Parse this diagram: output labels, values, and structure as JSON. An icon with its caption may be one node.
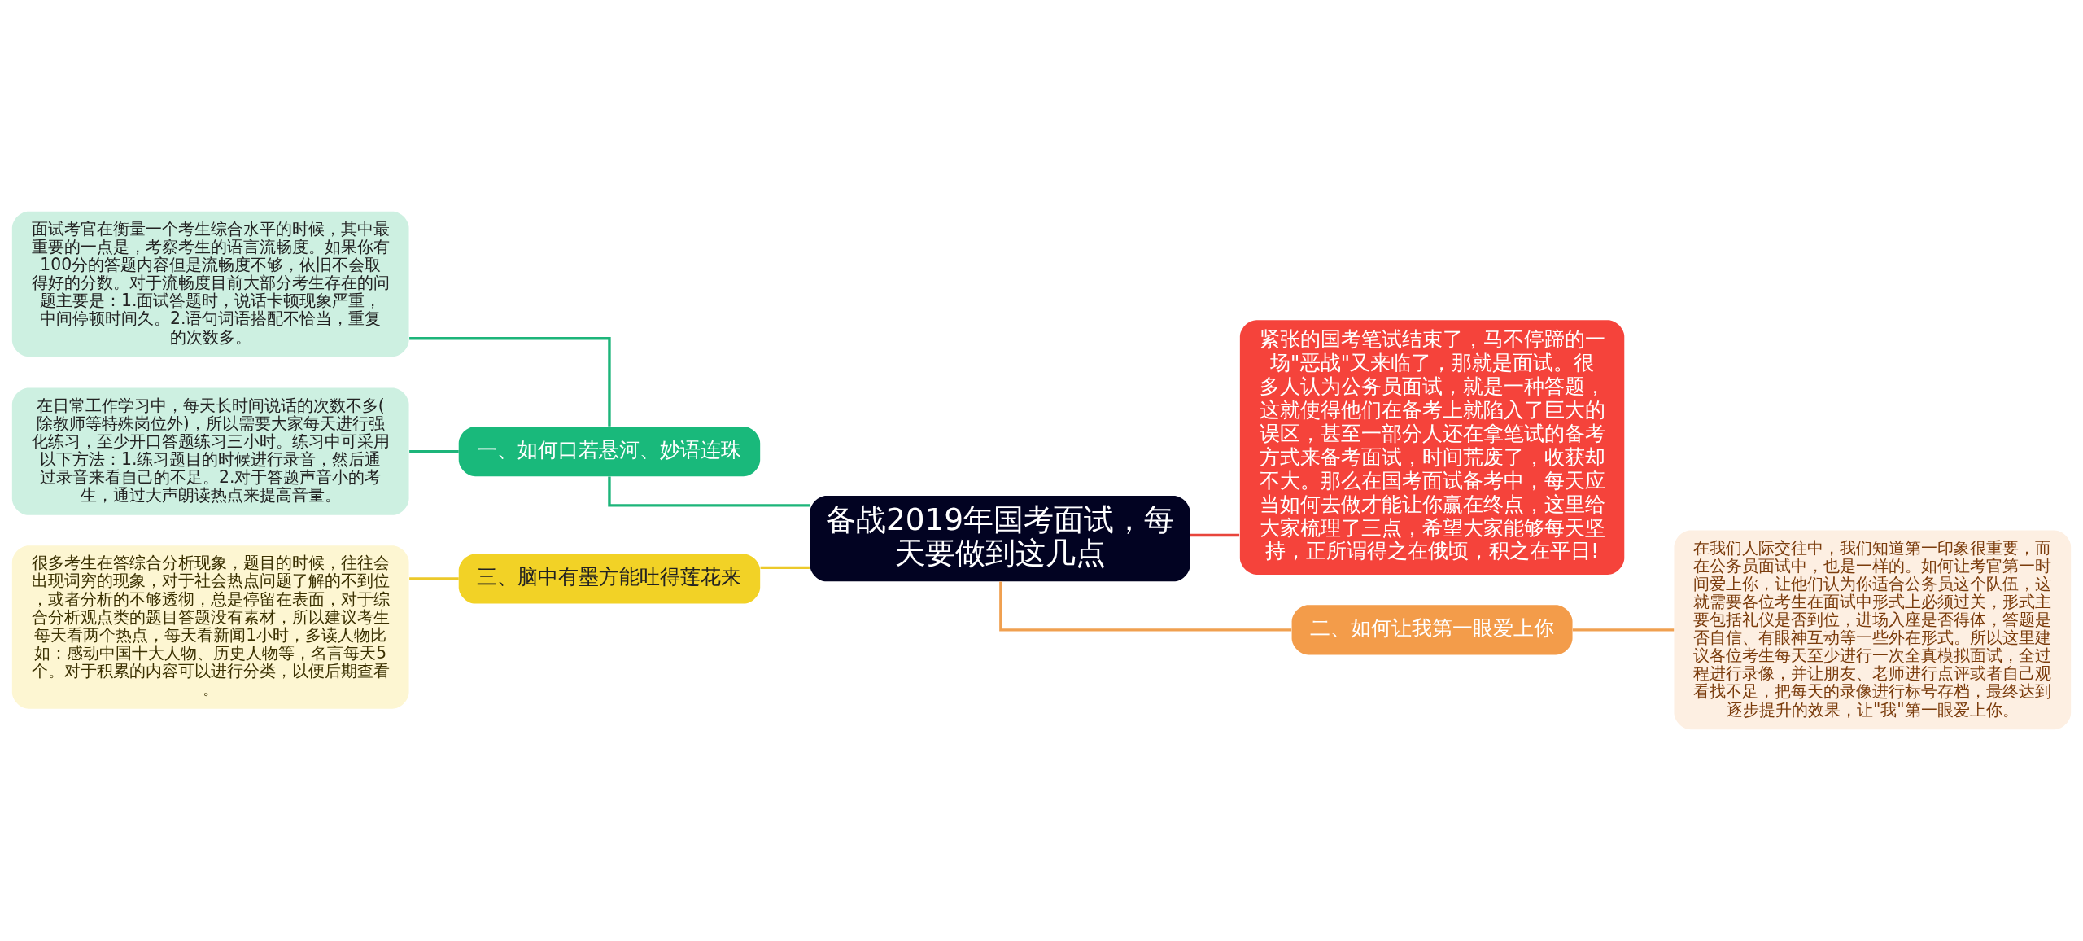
{
  "diagram": {
    "nodes": [
      {
        "text": [
          "备战2019年国考面试，每天要做到这几点"
        ]
      },
      {
        "text": [
          "紧张的国考笔试结束了，马不停蹄的一场\"恶战\"又来临了，那就是面试。很多人认为公务员面试，就是一种答题，这就使得他们在备考上就陷入了巨大的误区，甚至一部分人还在拿笔试的备考方式来备考面试，时间荒废了，收获却不大。那么在国考面试备考中，每天应当如何去做才能让你赢在终点，这里给大家梳理了三点，希望大家能够每天坚持，正所谓得之在俄顷，积之在平日!"
        ]
      },
      {
        "text": [
          "二、如何让我第一眼爱上你"
        ]
      },
      {
        "text": [
          "在我们人际交往中，我们知道第一印象很重要，而在公务员面试中，也是一样的。如何让考官第一时间爱上你，让他们认为你适合公务员这个队伍，这就需要各位考生在面试中形式上必须过关，形式主要包括礼仪是否到位，进场入座是否得体，答题是否自信、有眼神互动等一些外在形式。所以这里建议各位考生每天至少进行一次全真模拟面试，全过程进行录像，并让朋友、老师进行点评或者自己观看找不足，把每天的录像进行标号存档，最终达到逐步提升的效果，让\"我\"第一眼爱上你。"
        ]
      },
      {
        "text": [
          "一、如何口若悬河、妙语连珠"
        ]
      },
      {
        "text": [
          "面试考官在衡量一个考生综合水平的时候，其中最重要的一点是，考察考生的语言流畅度。如果你有100分的答题内容但是流畅度不够，依旧不会取得好的分数。对于流畅度目前大部分考生存在的问题主要是：1.面试答题时，说话卡顿现象严重，中间停顿时间久。2.语句词语搭配不恰当，重复的次数多。"
        ]
      },
      {
        "text": [
          "在日常工作学习中，每天长时间说话的次数不多(除教师等特殊岗位外)，所以需要大家每天进行强化练习，至少开口答题练习三小时。练习中可采用以下方法：1.练习题目的时候进行录音，然后通过录音来看自己的不足。2.对于答题声音小的考生，通过大声朗读热点来提高音量。"
        ]
      },
      {
        "text": [
          "三、脑中有墨方能吐得莲花来"
        ]
      },
      {
        "text": [
          "很多考生在答综合分析现象，题目的时候，往往会出现词穷的现象，对于社会热点问题了解的不到位，或者分析的不够透彻，总是停留在表面，对于综合分析观点类的题目答题没有素材，所以建议考生每天看两个热点，每天看新闻1小时，多读人物比如：感动中国十大人物、历史人物等，名言每天5个。对于积累的内容可以进行分类，以便后期查看。"
        ]
      }
    ],
    "edges": [
      {
        "from": 0,
        "to": 1,
        "arrow": "none",
        "color": "#e8453c"
      },
      {
        "from": 0,
        "to": 2,
        "arrow": "none",
        "color": "#f0a050"
      },
      {
        "from": 2,
        "to": 3,
        "arrow": "none",
        "color": "#f0a050"
      },
      {
        "from": 0,
        "to": 4,
        "arrow": "none",
        "color": "#1db57a"
      },
      {
        "from": 4,
        "to": 5,
        "arrow": "none",
        "color": "#1db57a"
      },
      {
        "from": 4,
        "to": 6,
        "arrow": "none",
        "color": "#1db57a"
      },
      {
        "from": 0,
        "to": 7,
        "arrow": "none",
        "color": "#ecc92a"
      },
      {
        "from": 7,
        "to": 8,
        "arrow": "none",
        "color": "#ecc92a"
      }
    ]
  }
}
